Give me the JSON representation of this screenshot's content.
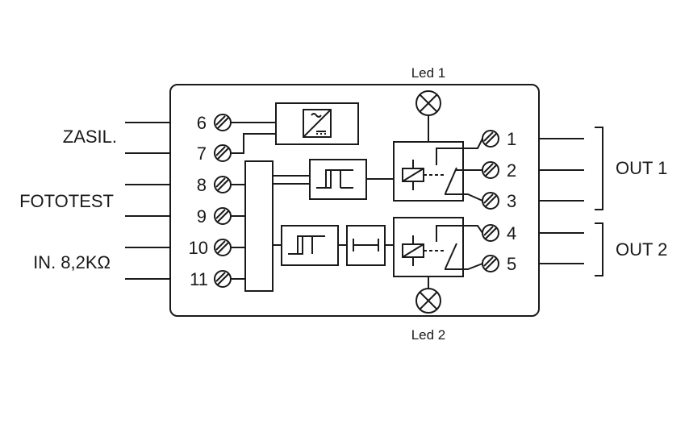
{
  "left_labels": {
    "power": "ZASIL.",
    "phototest": "FOTOTEST",
    "input": "IN. 8,2KΩ"
  },
  "terminals": {
    "t6": "6",
    "t7": "7",
    "t8": "8",
    "t9": "9",
    "t10": "10",
    "t11": "11",
    "t1": "1",
    "t2": "2",
    "t3": "3",
    "t4": "4",
    "t5": "5"
  },
  "leds": {
    "led1": "Led 1",
    "led2": "Led 2"
  },
  "outputs": {
    "out1": "OUT 1",
    "out2": "OUT 2"
  },
  "icons": {
    "terminal": "screw-terminal-icon",
    "led": "lamp-icon",
    "psu": "ac-dc-converter-icon",
    "trigger": "schmitt-trigger-icon",
    "timer": "timer-icon",
    "relay": "relay-icon"
  }
}
